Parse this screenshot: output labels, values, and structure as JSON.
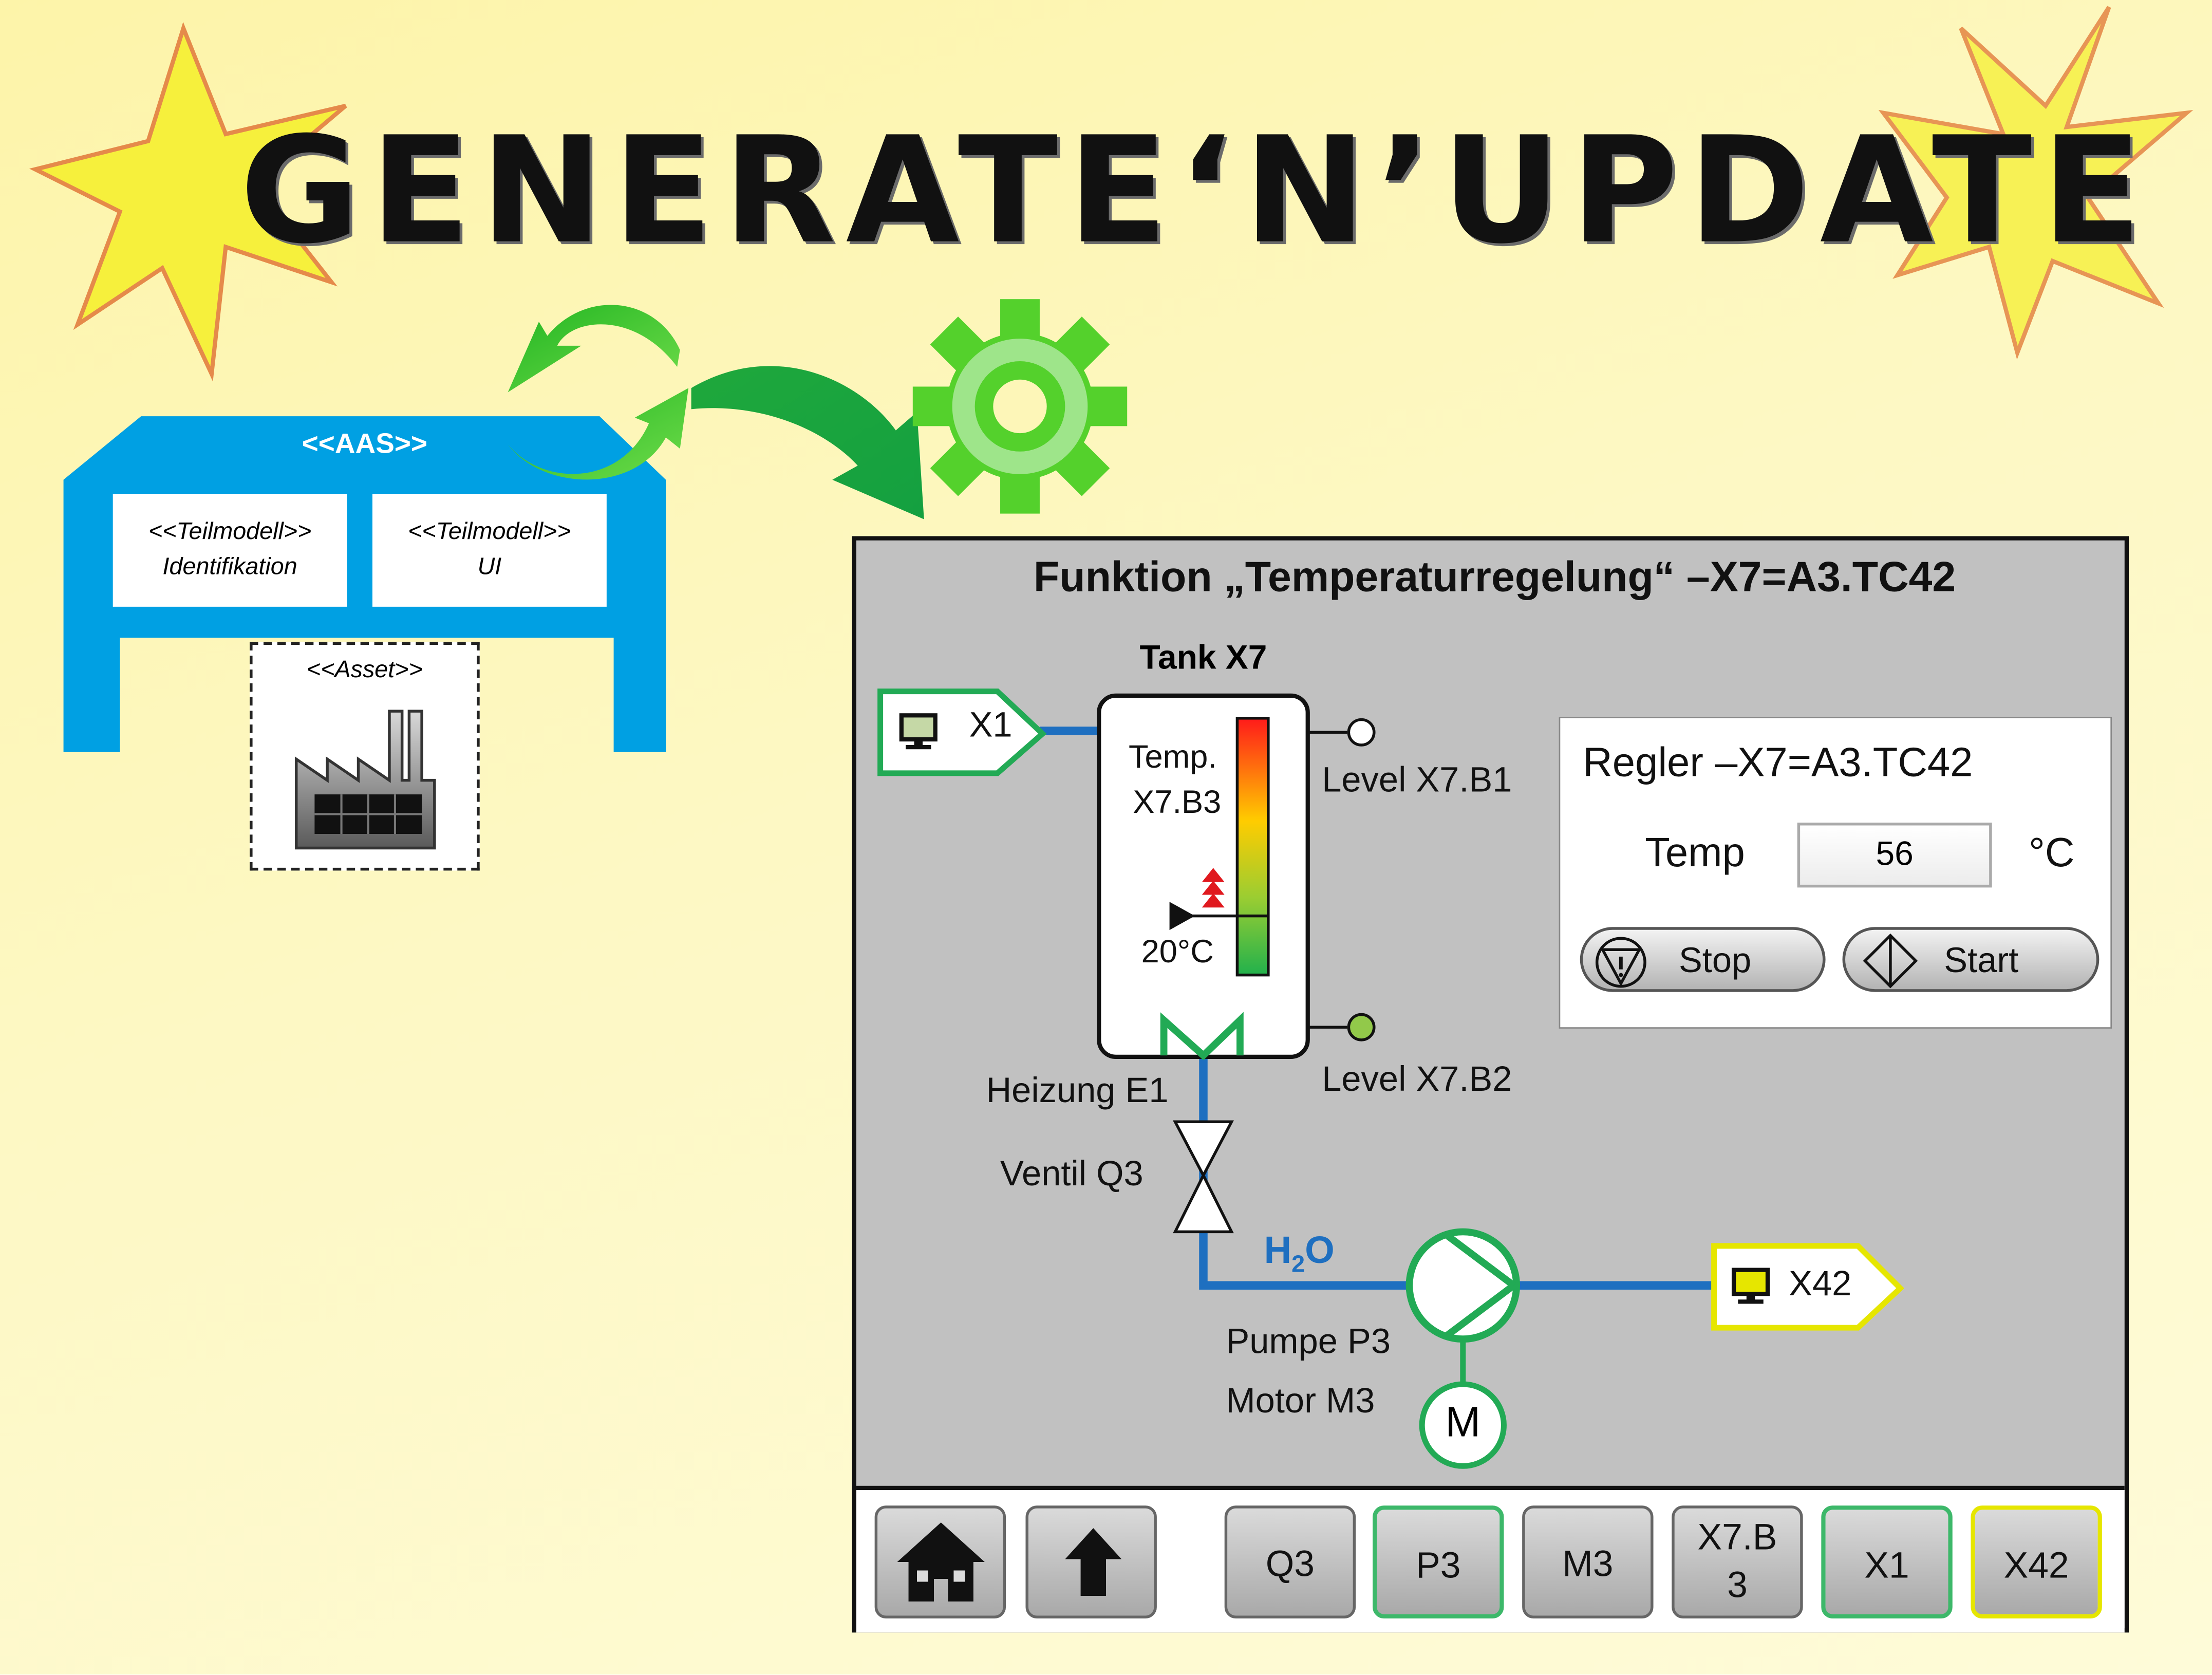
{
  "title": "GENERATE‘N’UPDATE",
  "aas": {
    "label": "<<AAS>>",
    "submodels": [
      {
        "stereotype": "<<Teilmodell>>",
        "name": "Identifikation"
      },
      {
        "stereotype": "<<Teilmodell>>",
        "name": "UI"
      }
    ],
    "asset_label": "<<Asset>>"
  },
  "hmi": {
    "title": "Funktion „Temperaturregelung“ –X7=A3.TC42",
    "tank_label": "Tank X7",
    "temp_sensor_label_1": "Temp.",
    "temp_sensor_label_2": "X7.B3",
    "temp_value": "20°C",
    "level_top": "Level X7.B1",
    "level_bottom": "Level X7.B2",
    "heater": "Heizung E1",
    "valve": "Ventil Q3",
    "medium_main": "H",
    "medium_sub": "2",
    "medium_end": "O",
    "pump": "Pumpe P3",
    "motor": "Motor M3",
    "motor_symbol": "M",
    "source_ref": "X1",
    "target_ref": "X42",
    "controller": {
      "title": "Regler –X7=A3.TC42",
      "temp_label": "Temp",
      "temp_value": "56",
      "unit": "°C",
      "stop_label": "Stop",
      "start_label": "Start"
    },
    "nav": {
      "buttons": [
        "Q3",
        "P3",
        "M3",
        "X7.B3",
        "X1",
        "X42"
      ],
      "x7b3_line1": "X7.B",
      "x7b3_line2": "3"
    },
    "level_fraction": 0.23
  },
  "colors": {
    "aas_blue": "#00a0e3",
    "arrow_green": "#33c133",
    "panel_grey": "#c1c1c1",
    "accent_green": "#22aa55",
    "pipe_blue": "#1e6fc0",
    "highlight_yellow": "#e6e600"
  }
}
